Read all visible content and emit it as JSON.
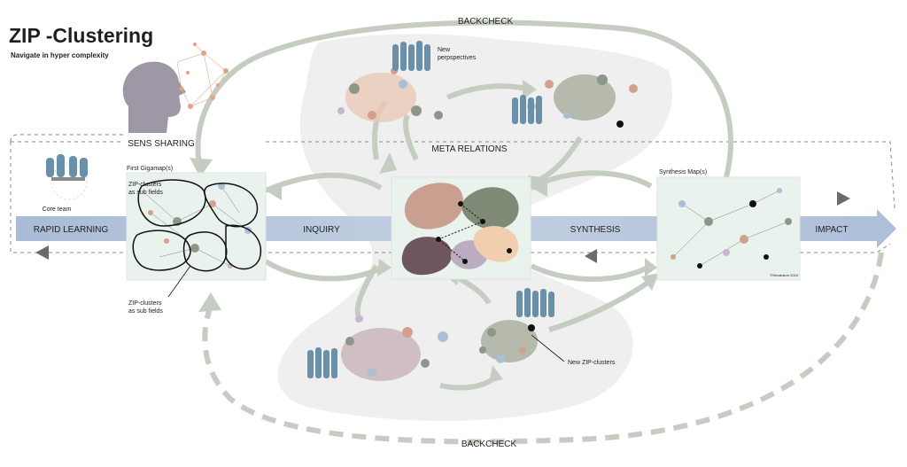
{
  "title": "ZIP -Clustering",
  "subtitle": "Navigate in hyper complexity",
  "labels": {
    "backcheck_top": "BACKCHECK",
    "backcheck_bottom": "BACKCHECK",
    "sens_sharing": "SENS SHARING",
    "meta_relations": "META RELATIONS",
    "core_team": "Core team",
    "first_gigamap": "First Gigamap(s)",
    "zip_clusters_top_1": "ZIP-clusters",
    "zip_clusters_top_2": "as sub fields",
    "zip_clusters_bottom_1": "ZIP-clusters",
    "zip_clusters_bottom_2": "as sub fields",
    "new_perspectives_1": "New",
    "new_perspectives_2": "perpspectives",
    "synthesis_map": "Synthesis Map(s)",
    "new_zip_clusters": "New ZIP-clusters",
    "credit": "©Sevaldson 2024"
  },
  "stages": [
    "RAPID LEARNING",
    "INQUIRY",
    "SYNTHESIS",
    "IMPACT"
  ],
  "colors": {
    "band": "#b7c6dc",
    "arrow": "#c5cdc3",
    "panel": "#e9f2ec",
    "meta_bg": "#efefef"
  }
}
